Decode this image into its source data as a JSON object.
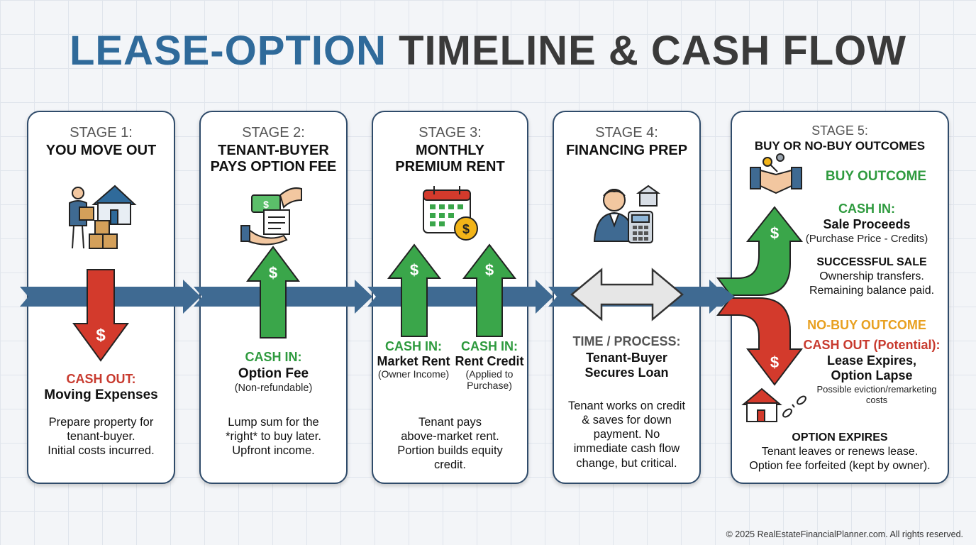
{
  "title": {
    "part1": "LEASE-OPTION",
    "part2": "TIMELINE & CASH FLOW"
  },
  "stages": [
    {
      "label": "STAGE 1:",
      "title": "YOU MOVE OUT",
      "flow_label": "CASH OUT:",
      "flow_item": "Moving Expenses",
      "description": [
        "Prepare property for",
        "tenant-buyer.",
        "Initial costs incurred."
      ],
      "icon": "person-moving-boxes-house-icon"
    },
    {
      "label": "STAGE 2:",
      "title": [
        "TENANT-BUYER",
        "PAYS OPTION FEE"
      ],
      "flow_label": "CASH IN:",
      "flow_item": "Option Fee",
      "flow_note": "(Non-refundable)",
      "description": [
        "Lump sum for the",
        "*right* to buy later.",
        "Upfront income."
      ],
      "icon": "money-handoff-icon"
    },
    {
      "label": "STAGE 3:",
      "title": [
        "MONTHLY",
        "PREMIUM RENT"
      ],
      "flows": [
        {
          "label": "CASH IN:",
          "item": "Market Rent",
          "note": [
            "(Owner Income)"
          ]
        },
        {
          "label": "CASH IN:",
          "item": "Rent Credit",
          "note": [
            "(Applied to",
            "Purchase)"
          ]
        }
      ],
      "description": [
        "Tenant pays",
        "above-market rent.",
        "Portion builds equity",
        "credit."
      ],
      "icon": "calendar-dollar-icon"
    },
    {
      "label": "STAGE 4:",
      "title": "FINANCING PREP",
      "flow_label": "TIME / PROCESS:",
      "flow_item": [
        "Tenant-Buyer",
        "Secures Loan"
      ],
      "description": [
        "Tenant works on credit",
        "& saves for down",
        "payment. No",
        "immediate cash flow",
        "change, but critical."
      ],
      "icon": "banker-calculator-icon"
    },
    {
      "label": "STAGE 5:",
      "title": "BUY OR NO-BUY OUTCOMES",
      "buy": {
        "heading": "BUY OUTCOME",
        "cash_label": "CASH IN:",
        "cash_item": "Sale Proceeds",
        "cash_note": "(Purchase Price - Credits)",
        "result_title": "SUCCESSFUL SALE",
        "result_lines": [
          "Ownership transfers.",
          "Remaining balance paid."
        ],
        "icon": "handshake-keys-icon"
      },
      "nobuy": {
        "heading": "NO-BUY OUTCOME",
        "cash_label": "CASH OUT (Potential):",
        "cash_item": [
          "Lease Expires,",
          "Option Lapse"
        ],
        "cash_note": [
          "Possible eviction/remarketing",
          "costs"
        ],
        "result_title": "OPTION EXPIRES",
        "result_lines": [
          "Tenant leaves or renews lease.",
          "Option fee forfeited (kept by owner)."
        ],
        "icon": "house-broken-chain-icon"
      }
    }
  ],
  "footer": "© 2025 RealEstateFinancialPlanner.com. All rights reserved.",
  "colors": {
    "timeline": "#3f6a92",
    "cash_in": "#3aa64a",
    "cash_out": "#d33a2c",
    "process": "#e6e6e6",
    "title_blue": "#2f6a9a"
  }
}
